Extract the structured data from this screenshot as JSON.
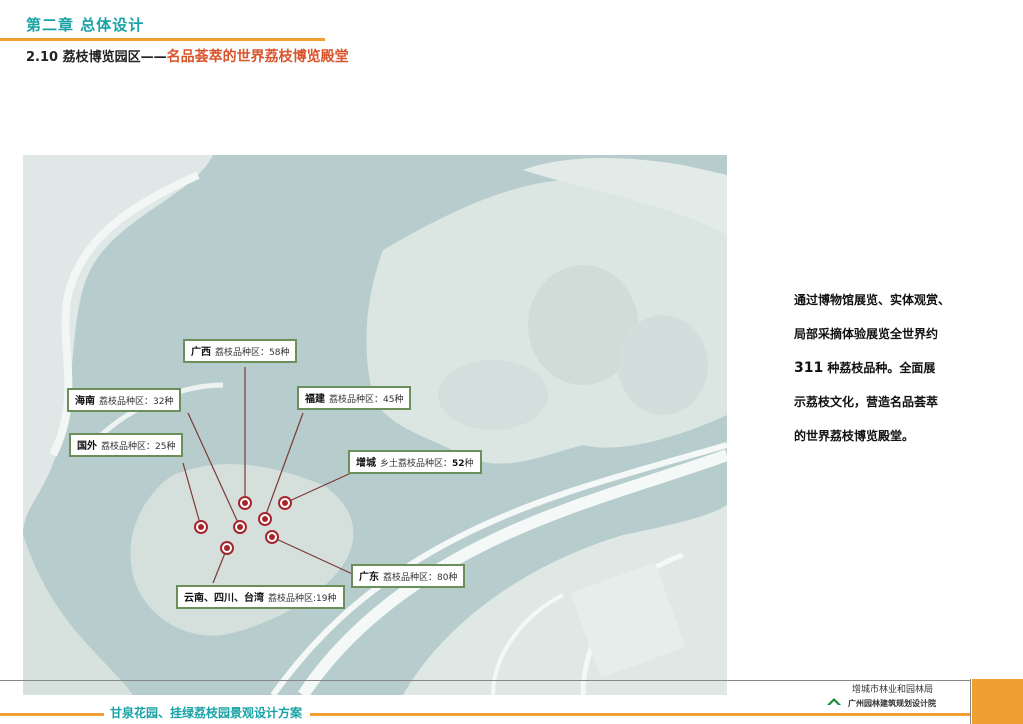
{
  "header": {
    "chapter": "第二章   总体设计",
    "section_prefix": "2.10 荔枝博览园区——",
    "section_highlight": "名品荟萃的世界荔枝博览殿堂"
  },
  "map": {
    "labels": [
      {
        "id": "guangxi",
        "name": "广西",
        "text": "荔枝品种区：58种"
      },
      {
        "id": "hainan",
        "name": "海南",
        "text": "荔枝品种区：32种"
      },
      {
        "id": "fujian",
        "name": "福建",
        "text": "荔枝品种区：45种"
      },
      {
        "id": "guowai",
        "name": "国外",
        "text": "荔枝品种区：25种"
      },
      {
        "id": "zengcheng",
        "name": "增城",
        "text": "乡土荔枝品种区：",
        "num": "52",
        "suffix": "种"
      },
      {
        "id": "guangdong",
        "name": "广东",
        "text": "荔枝品种区：80种"
      },
      {
        "id": "yunnan",
        "name": "云南、四川、台湾",
        "text": "荔枝品种区:19种"
      }
    ]
  },
  "description": {
    "line1": "通过博物馆展览、实体观赏、",
    "line2": "局部采摘体验展览全世界约",
    "line3_big": "311",
    "line3_rest": " 种荔枝品种。全面展",
    "line4": "示荔枝文化，营造名品荟萃",
    "line5": "的世界荔枝博览殿堂。"
  },
  "footer": {
    "title": "甘泉花园、挂绿荔枝园景观设计方案",
    "org1": "增城市林业和园林局",
    "org2": "广州园林建筑规划设计院"
  },
  "colors": {
    "accent_orange": "#f0a030",
    "teal": "#1aa3a6",
    "highlight_red": "#d9542b",
    "label_border": "#6b8f5a",
    "marker_red": "#a8242c"
  }
}
